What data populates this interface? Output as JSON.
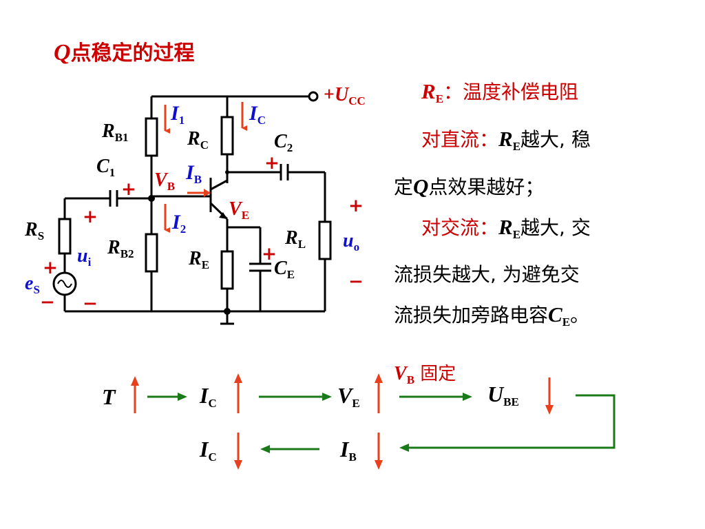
{
  "title": {
    "q": "Q",
    "rest": "点稳定的过程"
  },
  "explanation": {
    "heading_label": "R",
    "heading_sub": "E",
    "heading_rest": "：温度补偿电阻",
    "dc_label": "对直流：",
    "dc_r": "R",
    "dc_sub": "E",
    "dc_rest": "越大, 稳",
    "dc_line2_a": "定",
    "dc_line2_q": "Q",
    "dc_line2_b": "点效果越好；",
    "ac_label": "对交流：",
    "ac_r": "R",
    "ac_sub": "E",
    "ac_rest": "越大, 交",
    "ac_line2": "流损失越大, 为避免交",
    "ac_line3_a": "流损失加旁路电容",
    "ac_line3_c": "C",
    "ac_line3_sub": "E",
    "ac_line3_b": "。"
  },
  "circuit": {
    "ucc": "U",
    "ucc_sub": "CC",
    "ucc_plus": "+",
    "rb1": "R",
    "rb1_sub": "B1",
    "rc": "R",
    "rc_sub": "C",
    "rb2": "R",
    "rb2_sub": "B2",
    "re": "R",
    "re_sub": "E",
    "rs": "R",
    "rs_sub": "S",
    "rl": "R",
    "rl_sub": "L",
    "c1": "C",
    "c1_sub": "1",
    "c2": "C",
    "c2_sub": "2",
    "ce": "C",
    "ce_sub": "E",
    "i1": "I",
    "i1_sub": "1",
    "ic": "I",
    "ic_sub": "C",
    "ib": "I",
    "ib_sub": "B",
    "i2": "I",
    "i2_sub": "2",
    "vb": "V",
    "vb_sub": "B",
    "ve": "V",
    "ve_sub": "E",
    "ui": "u",
    "ui_sub": "i",
    "uo": "u",
    "uo_sub": "o",
    "es": "e",
    "es_sub": "S",
    "plus": "+",
    "minus": "−"
  },
  "flow": {
    "t": "T",
    "ic": "I",
    "ic_sub": "C",
    "ve": "V",
    "ve_sub": "E",
    "ube": "U",
    "ube_sub": "BE",
    "vb_fixed": "V",
    "vb_fixed_sub": "B",
    "vb_fixed_text": " 固定",
    "ic2": "I",
    "ic2_sub": "C",
    "ib": "I",
    "ib_sub": "B"
  },
  "colors": {
    "red": "#cc0000",
    "arrow_red": "#e8401c",
    "green": "#1a7a1a",
    "blue": "#1010cc",
    "black": "#000000"
  }
}
